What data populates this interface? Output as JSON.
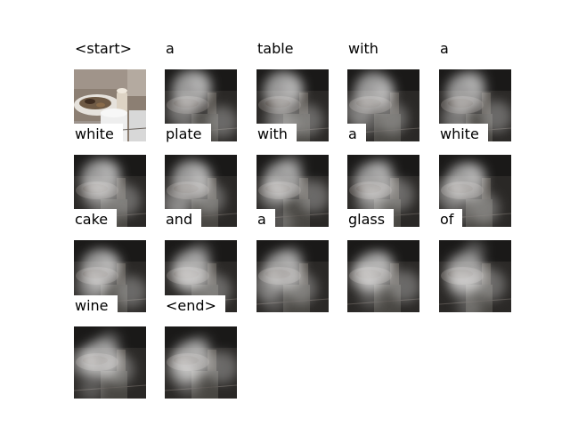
{
  "tokens": [
    {
      "word": "<start>",
      "kind": "photo"
    },
    {
      "word": "a",
      "kind": "attn"
    },
    {
      "word": "table",
      "kind": "attn"
    },
    {
      "word": "with",
      "kind": "attn"
    },
    {
      "word": "a",
      "kind": "attn"
    },
    {
      "word": "white",
      "kind": "attn"
    },
    {
      "word": "plate",
      "kind": "attn"
    },
    {
      "word": "with",
      "kind": "attn"
    },
    {
      "word": "a",
      "kind": "attn"
    },
    {
      "word": "white",
      "kind": "attn"
    },
    {
      "word": "cake",
      "kind": "attn"
    },
    {
      "word": "and",
      "kind": "attn"
    },
    {
      "word": "a",
      "kind": "attn"
    },
    {
      "word": "glass",
      "kind": "attn"
    },
    {
      "word": "of",
      "kind": "attn"
    },
    {
      "word": "wine",
      "kind": "attn"
    },
    {
      "word": "<end>",
      "kind": "attn"
    }
  ]
}
